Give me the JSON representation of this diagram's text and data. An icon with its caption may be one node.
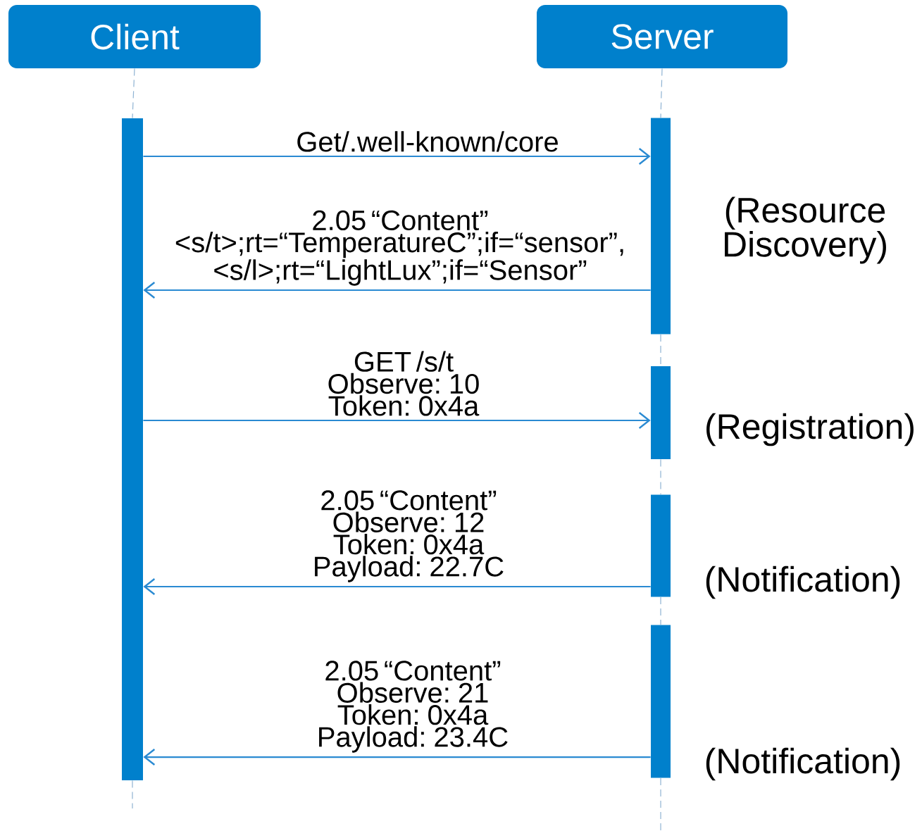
{
  "diagram": {
    "nodes": [
      {
        "text": [
          "Client"
        ]
      },
      {
        "text": [
          "Server"
        ]
      },
      {
        "text": [],
        "shape": "bar"
      },
      {
        "text": [],
        "shape": "bar",
        "beside": [
          "(Resource Discovery)"
        ]
      },
      {
        "text": [],
        "shape": "bar",
        "beside": [
          "(Registration)"
        ]
      },
      {
        "text": [],
        "shape": "bar",
        "beside": [
          "(Notification)"
        ]
      },
      {
        "text": [],
        "shape": "bar",
        "beside": [
          "(Notification)"
        ]
      }
    ],
    "edges": [
      {
        "from": 0,
        "to": 2,
        "arrow": "none",
        "style": "dashed"
      },
      {
        "from": 1,
        "to": 3,
        "arrow": "none",
        "style": "dashed"
      },
      {
        "from": 3,
        "to": 4,
        "arrow": "none",
        "style": "dashed"
      },
      {
        "from": 4,
        "to": 5,
        "arrow": "none",
        "style": "dashed"
      },
      {
        "from": 5,
        "to": 6,
        "arrow": "none",
        "style": "dashed"
      },
      {
        "from": 2,
        "to": null,
        "arrow": "none",
        "style": "dashed"
      },
      {
        "from": 6,
        "to": null,
        "arrow": "none",
        "style": "dashed"
      },
      {
        "from": 2,
        "to": 3,
        "arrow": "to",
        "color": "#2a8ad2",
        "label": "Get/.well-known/core"
      },
      {
        "from": 3,
        "to": 2,
        "arrow": "to",
        "color": "#2a8ad2",
        "label": "2.05 “Content” <s/t>;rt=“TemperatureC”;if=“sensor”, <s/l>;rt=“LightLux”;if=“Sensor”"
      },
      {
        "from": 2,
        "to": 4,
        "arrow": "to",
        "color": "#2a8ad2",
        "label": "GET /s/t Observe: 10 Token: 0x4a"
      },
      {
        "from": 5,
        "to": 2,
        "arrow": "to",
        "color": "#2a8ad2",
        "label": "2.05 “Content” Observe: 12 Token: 0x4a Payload: 22.7C"
      },
      {
        "from": 6,
        "to": 2,
        "arrow": "to",
        "color": "#2a8ad2",
        "label": "2.05 “Content” Observe: 21 Token: 0x4a Payload: 23.4C"
      }
    ]
  }
}
